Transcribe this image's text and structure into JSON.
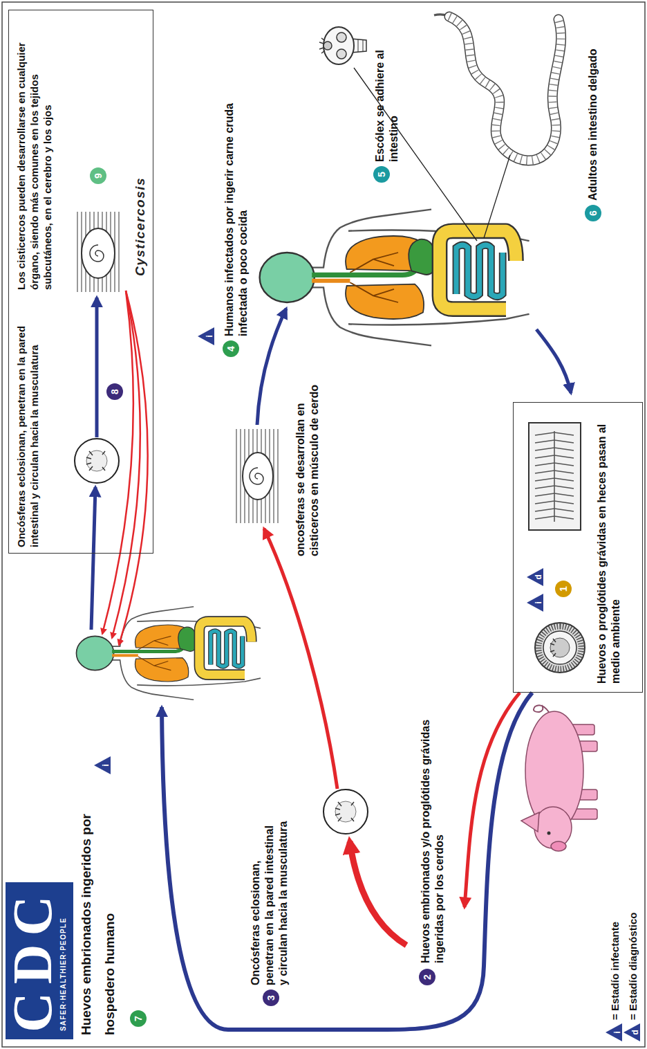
{
  "diagram": {
    "nodes": [
      {
        "text": [
          "CDC",
          "SAFER·HEALTHIER·PEOPLE"
        ]
      },
      {
        "text": [
          "Huevos o proglótides grávidas en heces pasan al medio ambiente"
        ]
      },
      {
        "text": [
          "Oncósferas eclosionan, penetran en la pared intestinal y circulan hacia la musculatura",
          "Los cisticercos pueden desarrollarse en cualquier órgano, siendo más comunes en los tejidos subcutáneos, en el cerebro y los ojos",
          "Cysticercosis"
        ]
      }
    ],
    "labels": [
      "7",
      "Huevos embrionados ingeridos por hospedero humano",
      "i",
      "3",
      "Oncósferas eclosionan, penetran en la pared intestinal y circulan hacia la musculatura",
      "2",
      "Huevos embrionados y/o proglótides grávidas ingeridas por los cerdos",
      "oncosferas se desarrollan en cisticercos en músculo de cerdo",
      "i",
      "4",
      "Humanos infectados por ingerir carne cruda infectada o poco cocida",
      "8",
      "9",
      "5",
      "Escólex se adhiere al intestino",
      "6",
      "Adultos en intestino delgado",
      "i",
      "d",
      "1",
      "i",
      "d"
    ],
    "legend": [
      {
        "text": "= Estadío infectante"
      },
      {
        "text": "= Estadío diagnóstico"
      }
    ]
  }
}
